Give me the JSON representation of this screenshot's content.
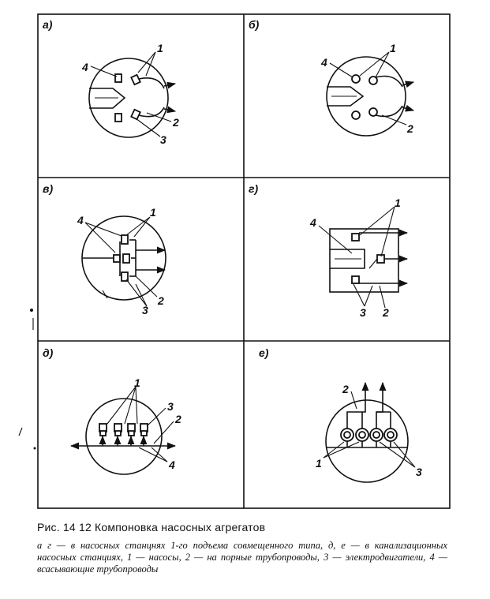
{
  "panels": {
    "a": {
      "label": "а)",
      "c1": "1",
      "c2": "2",
      "c3": "3",
      "c4": "4"
    },
    "b": {
      "label": "б)",
      "c1": "1",
      "c2": "2",
      "c4": "4"
    },
    "v": {
      "label": "в)",
      "c1": "1",
      "c2": "2",
      "c3": "3",
      "c4": "4"
    },
    "g": {
      "label": "г)",
      "c1": "1",
      "c2": "2",
      "c3": "3",
      "c4": "4"
    },
    "d": {
      "label": "д)",
      "c1": "1",
      "c2": "2",
      "c3": "3",
      "c4": "4"
    },
    "e": {
      "label": "е)",
      "c1": "1",
      "c2": "2",
      "c3": "3"
    }
  },
  "caption": {
    "title": "Рис. 14 12  Компоновка насосных агрегатов",
    "body": "а  г — в насосных станцнях 1-го подъема совмещенного типа, д, е — в канализационных насосных станциях, 1 — насосы, 2 — на порные трубопроводы, 3 — электродвигатели, 4 — всасывающне трубопроводы"
  },
  "colors": {
    "ink": "#111111",
    "paper": "#ffffff"
  }
}
